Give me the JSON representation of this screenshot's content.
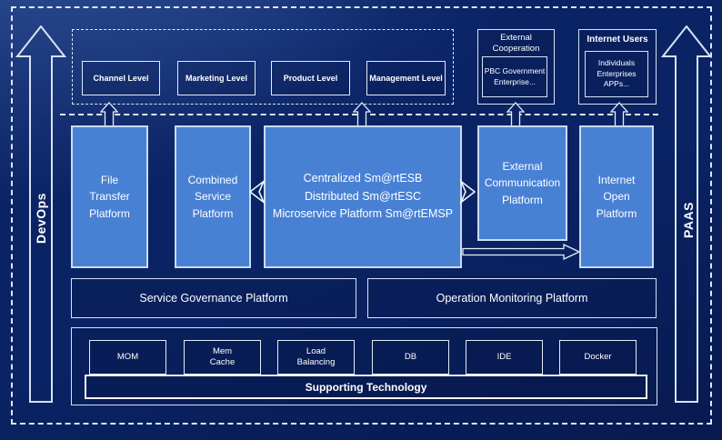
{
  "colors": {
    "background": "#0a2364",
    "panel_blue": "#4881d4",
    "line_light": "#d7e3f4"
  },
  "rails": {
    "left": "DevOps",
    "right": "PAAS"
  },
  "levels": [
    "Channel Level",
    "Marketing Level",
    "Product Level",
    "Management Level"
  ],
  "external_cooperation": {
    "title": "External\nCooperation",
    "members": "PBC Government\nEnterprise..."
  },
  "internet_users": {
    "title": "Internet Users",
    "members": "Individuals\nEnterprises\nAPPs..."
  },
  "platforms": {
    "file_transfer": "File\nTransfer\nPlatform",
    "combined_service": "Combined\nService\nPlatform",
    "esb": "Centralized Sm@rtESB\nDistributed Sm@rtESC\nMicroservice Platform Sm@rtEMSP",
    "external_communication": "External\nCommunication\nPlatform",
    "internet_open": "Internet\nOpen\nPlatform"
  },
  "governance": {
    "service": "Service Governance Platform",
    "monitoring": "Operation Monitoring Platform"
  },
  "technology": {
    "items": [
      "MOM",
      "Mem\nCache",
      "Load\nBalancing",
      "DB",
      "IDE",
      "Docker"
    ],
    "supporting": "Supporting Technology"
  }
}
